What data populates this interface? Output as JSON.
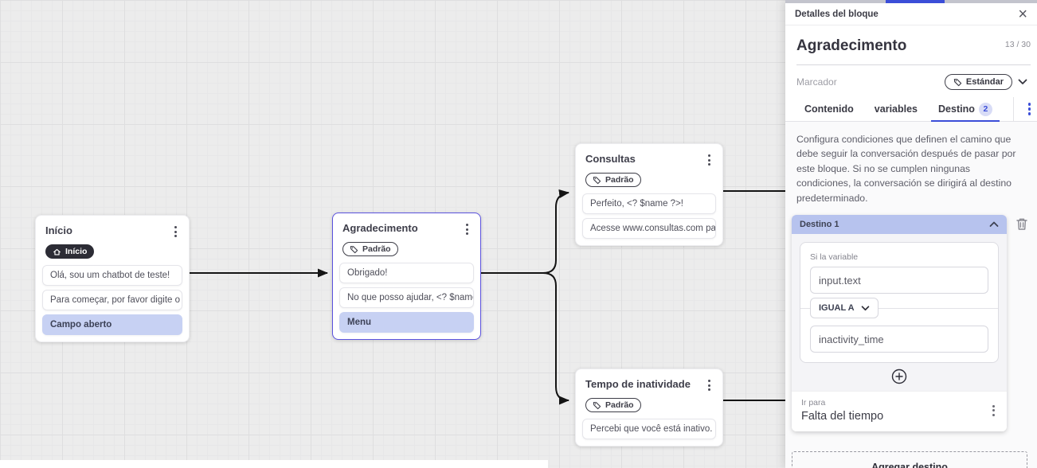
{
  "colors": {
    "accent_blue": "#3b4ed8",
    "selection_border": "#5b52de",
    "item_highlight": "#c7d1f3",
    "destination_header": "#b7c3ee",
    "wire": "#141414"
  },
  "canvas": {
    "nodes": [
      {
        "title": "Início",
        "badge": "Início",
        "items": [
          "Olá, sou um chatbot de teste!",
          "Para começar, por favor digite o ...",
          "Campo aberto"
        ]
      },
      {
        "title": "Agradecimento",
        "badge": "Padrão",
        "items": [
          "Obrigado!",
          "No que posso ajudar, <? $name ...",
          "Menu"
        ]
      },
      {
        "title": "Consultas",
        "badge": "Padrão",
        "items": [
          "Perfeito, <? $name ?>!",
          "Acesse www.consultas.com par..."
        ]
      },
      {
        "title": "Tempo de inatividade",
        "badge": "Padrão",
        "items": [
          "Percebi que você está inativo. C..."
        ]
      }
    ]
  },
  "panel": {
    "header": {
      "title": "Detalles del bloque"
    },
    "block": {
      "title": "Agradecimento",
      "counter": "13 / 30"
    },
    "marker": {
      "label": "Marcador",
      "value": "Estándar"
    },
    "tabs": [
      {
        "label": "Contenido"
      },
      {
        "label": "variables"
      },
      {
        "label": "Destino",
        "badge": "2"
      }
    ],
    "description": "Configura condiciones que definen el camino que debe seguir la conversación después de pasar por este bloque. Si no se cumplen ningunas condiciones, la conversación se dirigirá al destino predeterminado.",
    "destination": {
      "title": "Destino 1",
      "condition": {
        "label": "Si la variable",
        "variable": "input.text",
        "operator": "IGUAL A",
        "value": "inactivity_time"
      },
      "go_to": {
        "label": "Ir para",
        "value": "Falta del tiempo"
      }
    },
    "add_destination": "Agregar destino"
  }
}
